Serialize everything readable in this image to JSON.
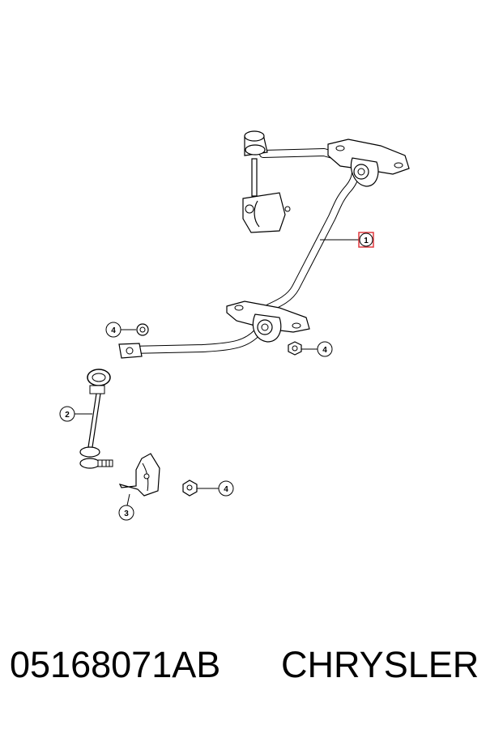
{
  "diagram": {
    "callouts": [
      {
        "number": "1",
        "highlight_color": "#e0393e"
      },
      {
        "number": "2"
      },
      {
        "number": "3"
      },
      {
        "number": "4"
      },
      {
        "number": "4"
      },
      {
        "number": "4"
      }
    ]
  },
  "footer": {
    "part_number": "05168071AB",
    "brand": "CHRYSLER"
  }
}
